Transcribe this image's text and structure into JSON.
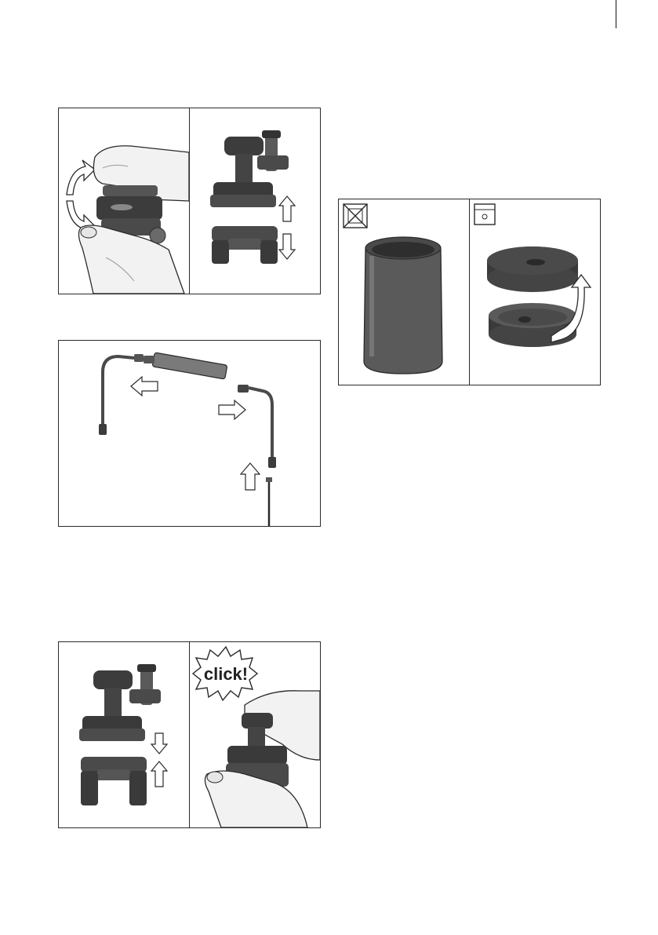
{
  "colors": {
    "part_dark": "#3c3c3c",
    "part_mid": "#5a5a5a",
    "part_light": "#888888",
    "metal": "#6e6e6e",
    "skin": "#f2f2f2",
    "outline": "#2a2a2a",
    "arrow_fill": "#ffffff"
  },
  "figures": {
    "fig1": {
      "description": "remove-milk-adapter",
      "left_panel_icon": "hand-pull-icon",
      "right_panel_icon": "separate-parts-icon"
    },
    "fig2": {
      "description": "milk-tube-disassembly",
      "icon": "tube-connector-icon"
    },
    "fig3": {
      "left_panel_icon": "no-dishwasher-icon",
      "right_panel_icon": "dishwasher-safe-icon"
    },
    "fig4": {
      "click_label": "click!"
    }
  }
}
